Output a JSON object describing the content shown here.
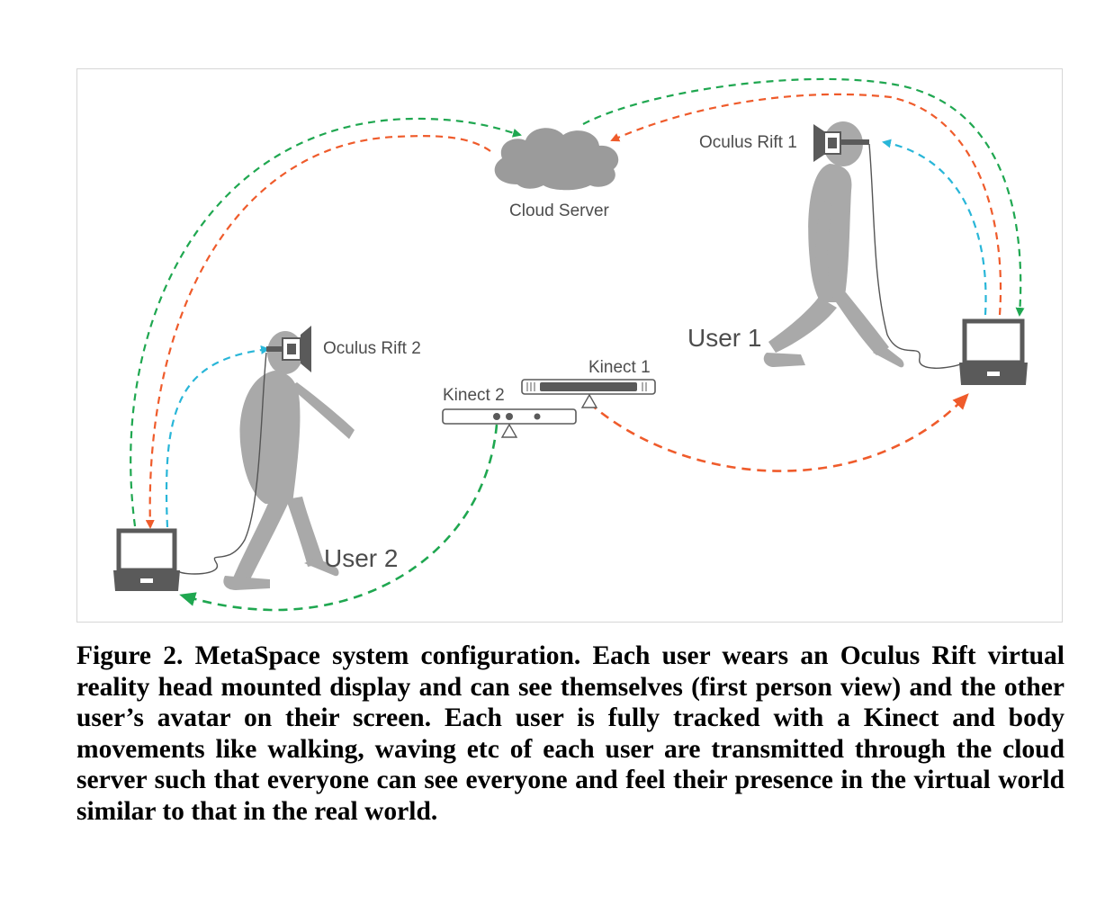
{
  "labels": {
    "cloud_server": "Cloud Server",
    "oculus_rift_1": "Oculus Rift 1",
    "oculus_rift_2": "Oculus Rift 2",
    "kinect_1": "Kinect 1",
    "kinect_2": "Kinect 2",
    "user_1": "User 1",
    "user_2": "User 2"
  },
  "caption": {
    "figure_label": "Figure 2.",
    "text": "MetaSpace system configuration. Each user wears an Oculus Rift virtual reality head mounted display and can see themselves (first person view) and the other user’s avatar on their screen. Each user is fully tracked with a Kinect and body movements like walking, waving etc of each user are transmitted through the cloud server such that everyone can see everyone and feel their presence in the virtual world similar to that in the real world."
  },
  "colors": {
    "silhouette": "#a9a9a9",
    "device": "#595959",
    "green_arrow": "#1fa750",
    "orange_arrow": "#ef5b2b",
    "blue_arrow": "#29b6d8",
    "label_text": "#4d4d4d"
  },
  "icons": {
    "cloud": "cloud-icon",
    "laptop": "laptop-icon",
    "headset": "vr-headset-icon",
    "kinect": "kinect-sensor-icon",
    "person": "walking-person-icon"
  }
}
